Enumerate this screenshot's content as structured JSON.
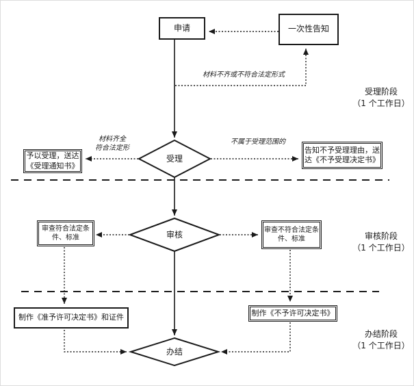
{
  "colors": {
    "line": "#1a1a1a",
    "background": "#ffffff"
  },
  "nodes": {
    "apply": "申请",
    "one_time_notice": "一次性告知",
    "accept": "受理",
    "grant_accept": "予以受理，送达《受理通知书》",
    "notify_reject": "告知不予受理理由，送达《不予受理决定书》",
    "review": "审核",
    "meets_criteria": "审查符合法定条件、标准",
    "not_meets_criteria": "审查不符合法定条件、标准",
    "make_permit": "制作《准予许可决定书》和证件",
    "make_denial": "制作《不予许可决定书》",
    "complete": "办结"
  },
  "edge_labels": {
    "materials_incomplete": "材料不齐或不符合法定形式",
    "materials_complete": "材料齐全\n符合法定形",
    "out_of_scope": "不属于受理范围的"
  },
  "stages": [
    {
      "name": "受理阶段",
      "duration": "（1 个工作日）"
    },
    {
      "name": "审核阶段",
      "duration": "（1 个工作日）"
    },
    {
      "name": "办结阶段",
      "duration": "（1 个工作日）"
    }
  ]
}
